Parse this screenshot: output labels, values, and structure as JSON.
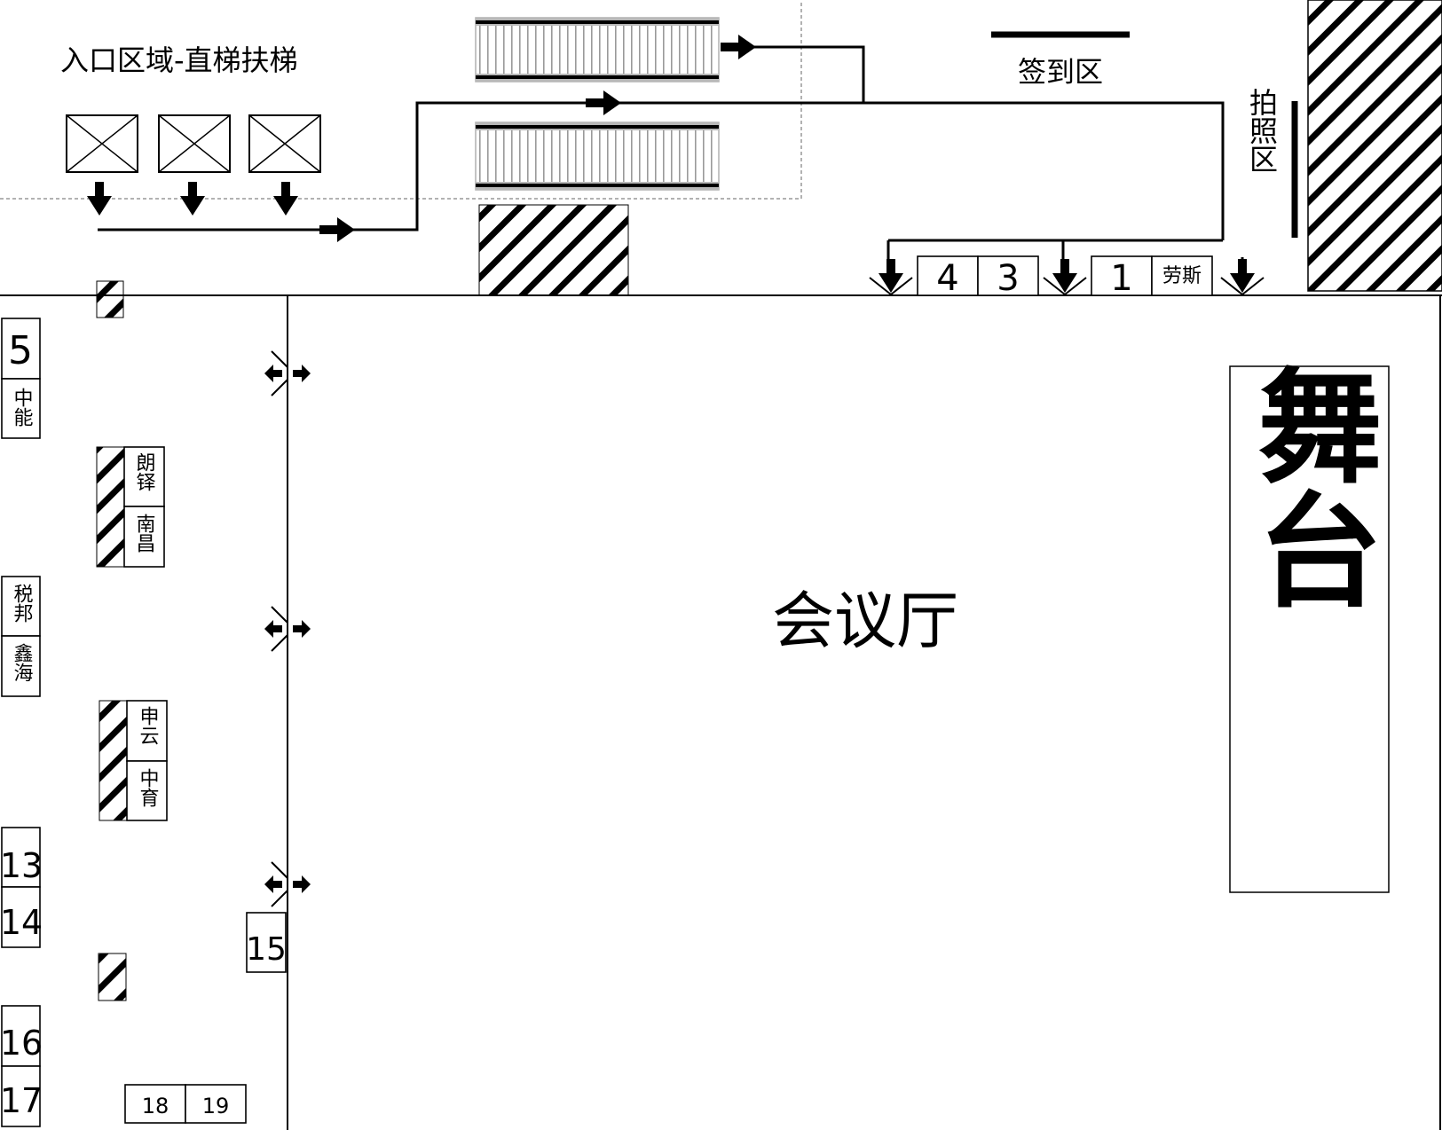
{
  "entrance": {
    "title": "入口区域-直梯扶梯"
  },
  "signin": {
    "label": "签到区"
  },
  "photo": {
    "label": "拍照区"
  },
  "hall": {
    "label": "会议厅"
  },
  "stage": {
    "label": "舞台"
  },
  "top_booths": [
    {
      "text": "4"
    },
    {
      "text": "3"
    },
    {
      "text": "1"
    },
    {
      "text": "劳斯"
    }
  ],
  "left_booths": {
    "b5": "5",
    "zhongneng": "中能",
    "shuibang": "税邦",
    "xinhai": "鑫海",
    "b13": "13",
    "b14": "14",
    "b16": "16",
    "b17": "17"
  },
  "inner_booths": {
    "langyi": "朗铎",
    "nanchang": "南昌",
    "shenyun": "申云",
    "zhongyu": "中育",
    "b15": "15",
    "b18": "18",
    "b19": "19"
  }
}
